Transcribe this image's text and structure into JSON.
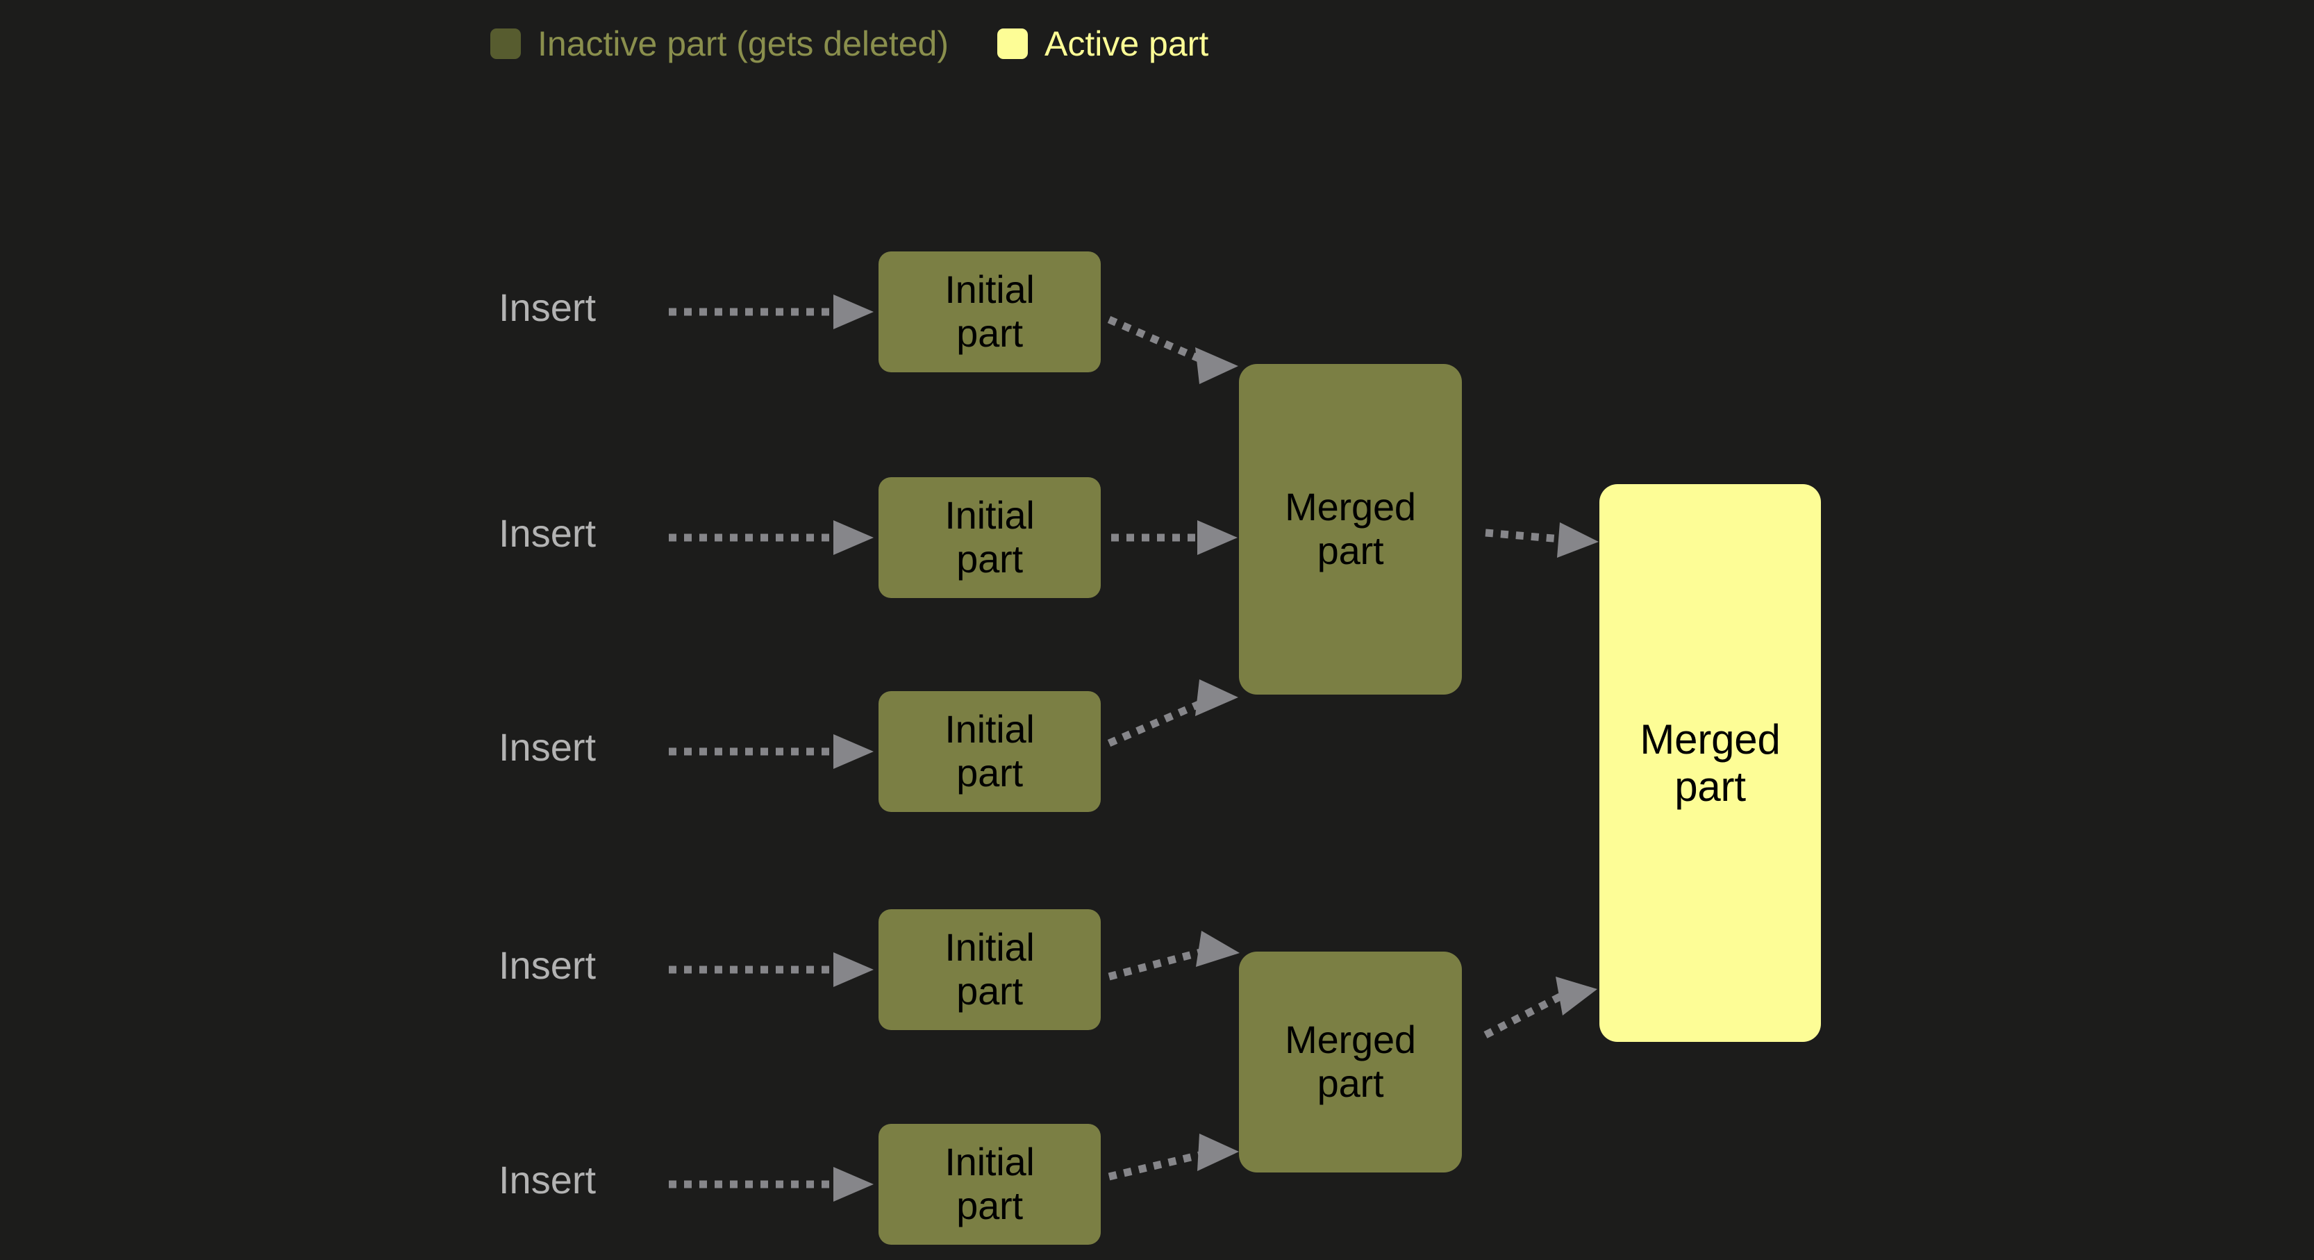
{
  "background_color": "#1c1c1b",
  "legend": {
    "items": [
      {
        "label": "Inactive part (gets deleted)",
        "color": "#575c2f",
        "swatch_name": "inactive-swatch"
      },
      {
        "label": "Active part",
        "color": "#fdfd96",
        "swatch_name": "active-swatch"
      }
    ]
  },
  "colors": {
    "inactive_part": "#7b7f44",
    "active_part": "#fdfd96",
    "arrow": "#86868a",
    "insert_label": "#b3b3b3",
    "node_text": "#000000"
  },
  "rows": [
    {
      "insert_label": "Insert",
      "part_label": "Initial\npart"
    },
    {
      "insert_label": "Insert",
      "part_label": "Initial\npart"
    },
    {
      "insert_label": "Insert",
      "part_label": "Initial\npart"
    },
    {
      "insert_label": "Insert",
      "part_label": "Initial\npart"
    },
    {
      "insert_label": "Insert",
      "part_label": "Initial\npart"
    }
  ],
  "nodes": {
    "initial_1": {
      "line1": "Initial",
      "line2": "part"
    },
    "initial_2": {
      "line1": "Initial",
      "line2": "part"
    },
    "initial_3": {
      "line1": "Initial",
      "line2": "part"
    },
    "initial_4": {
      "line1": "Initial",
      "line2": "part"
    },
    "initial_5": {
      "line1": "Initial",
      "line2": "part"
    },
    "merged_top": {
      "line1": "Merged",
      "line2": "part"
    },
    "merged_bottom": {
      "line1": "Merged",
      "line2": "part"
    },
    "merged_active": {
      "line1": "Merged",
      "line2": "part"
    }
  },
  "inserts": {
    "i1": "Insert",
    "i2": "Insert",
    "i3": "Insert",
    "i4": "Insert",
    "i5": "Insert"
  }
}
